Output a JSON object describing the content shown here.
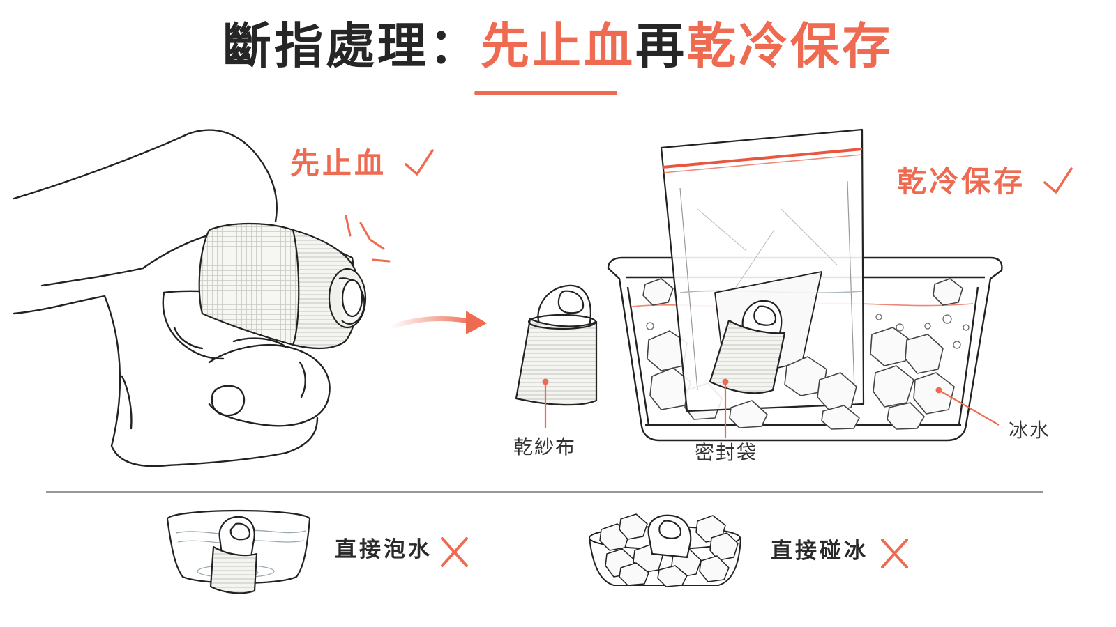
{
  "title": {
    "prefix": "斷指處理：",
    "highlight1": "先止血",
    "middle": "再",
    "highlight2": "乾冷保存"
  },
  "steps": {
    "stop_bleeding": "先止血",
    "cold_storage": "乾冷保存"
  },
  "callouts": {
    "gauze": "乾紗布",
    "bag": "密封袋",
    "ice_water": "冰水"
  },
  "donts": [
    {
      "label": "直接泡水"
    },
    {
      "label": "直接碰冰"
    }
  ],
  "colors": {
    "accent": "#ee6a50",
    "ink": "#2a2a2a",
    "water": "#aab8c0"
  },
  "icons": {
    "check": "check-icon",
    "cross": "cross-icon",
    "arrow": "arrow-right-icon"
  }
}
